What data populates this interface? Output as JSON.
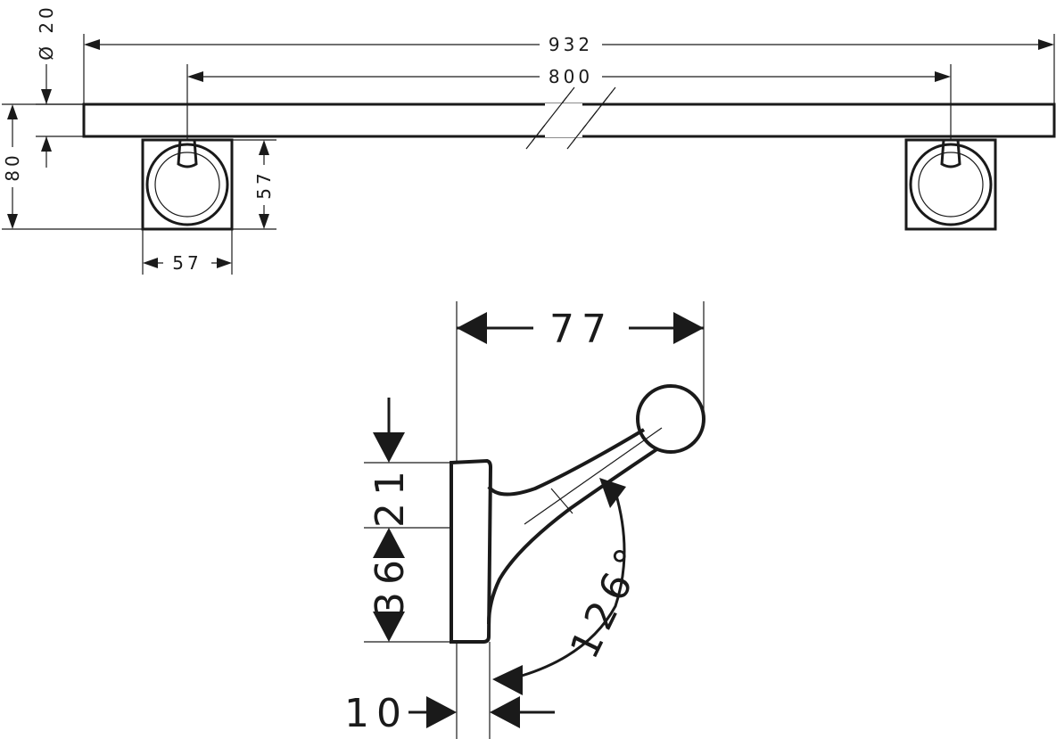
{
  "front_view": {
    "overall_length": "932",
    "mounting_distance": "800",
    "bar_diameter": "Ø 20",
    "total_height": "80",
    "rosette_height": "57",
    "rosette_width": "57"
  },
  "side_view": {
    "projection": "77",
    "upper_offset": "21",
    "lower_offset": "36",
    "angle": "126°",
    "plate_thickness": "10"
  }
}
